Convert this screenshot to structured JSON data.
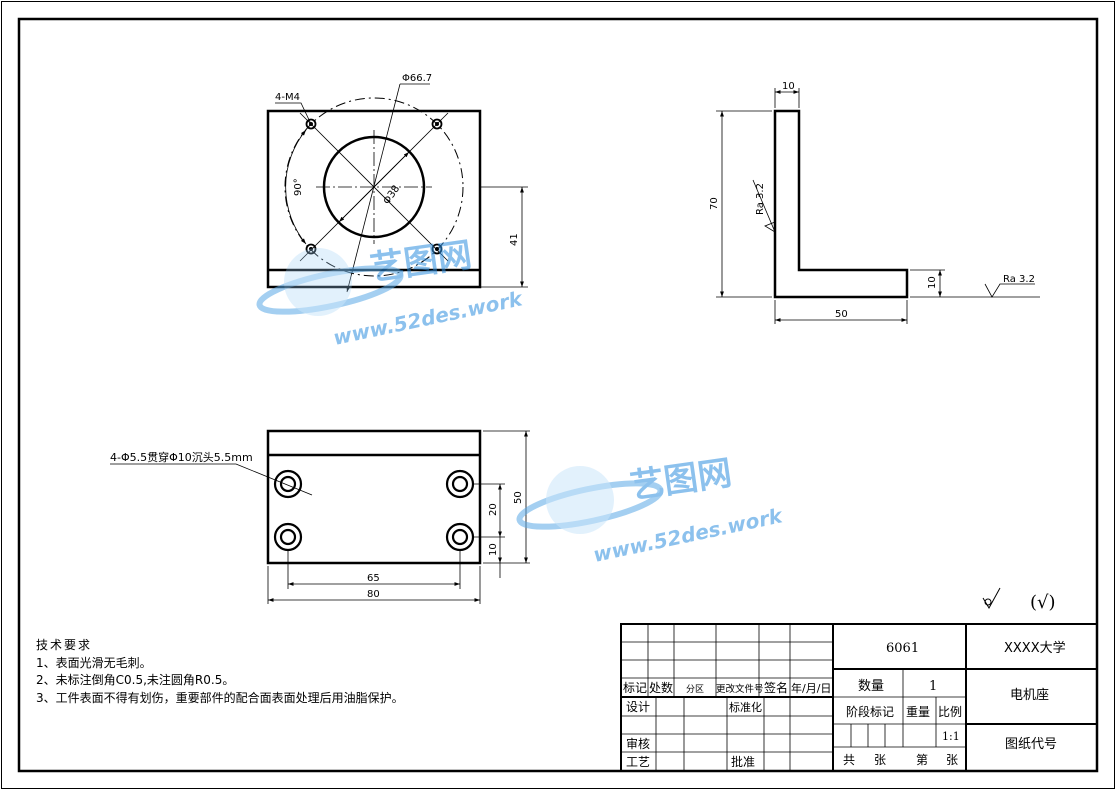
{
  "views": {
    "front": {
      "hole_callout": "4-M4",
      "circle_callout": "Φ66.7",
      "angle": "90°",
      "bore": "Φ38",
      "height": "41"
    },
    "side": {
      "thickness": "10",
      "height": "70",
      "base": "50",
      "foot": "10",
      "ra_inner": "Ra 3.2",
      "ra_outer": "Ra 3.2"
    },
    "bottom": {
      "callout": "4-Φ5.5贯穿Φ10沉头5.5mm",
      "total_height": "50",
      "hole_pitch_y": "20",
      "hole_offset_y": "10",
      "hole_pitch_x": "65",
      "total_width": "80"
    }
  },
  "surface_note": "(√)",
  "watermark": {
    "brand": "艺图网",
    "url": "www.52des.work"
  },
  "tech_requirements": {
    "heading": "技术要求",
    "items": [
      "1、表面光滑无毛刺。",
      "2、未标注倒角C0.5,未注圆角R0.5。",
      "3、工件表面不得有划伤，重要部件的配合面表面处理后用油脂保护。"
    ]
  },
  "title_block": {
    "material": "6061",
    "school": "XXXX大学",
    "part_name": "电机座",
    "drawing_no": "图纸代号",
    "qty_label": "数量",
    "qty": "1",
    "stage_label": "阶段标记",
    "weight_label": "重量",
    "scale_label": "比例",
    "scale": "1:1",
    "sheets_total": "共",
    "sheets_unit": "张",
    "sheet_no": "第",
    "sheet_unit": "张",
    "rev_headers": [
      "标记",
      "处数",
      "分区",
      "更改文件号",
      "签名",
      "年/月/日"
    ],
    "design": "设计",
    "standard": "标准化",
    "check": "审核",
    "process": "工艺",
    "approve": "批准"
  }
}
